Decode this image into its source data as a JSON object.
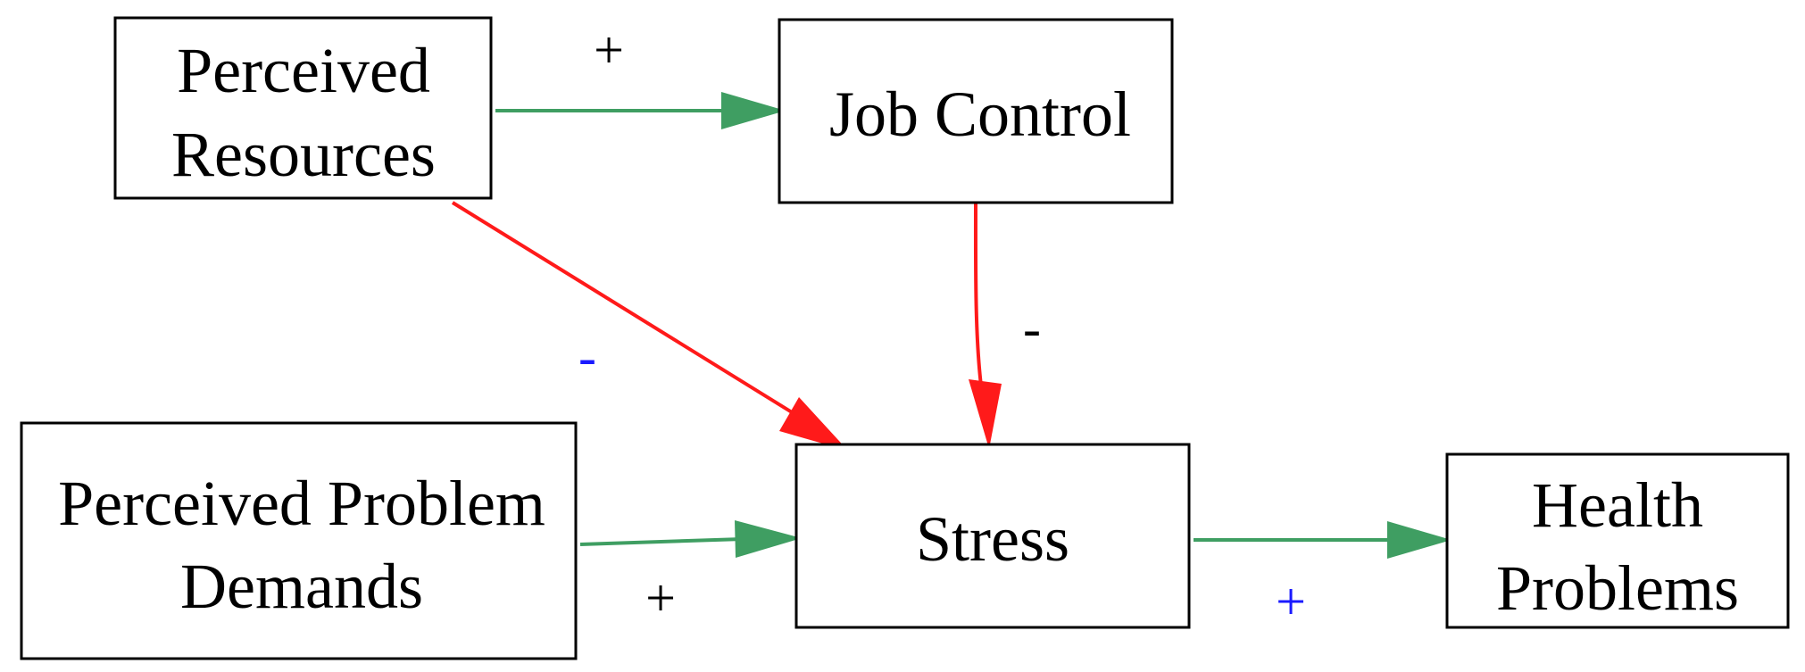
{
  "colors": {
    "positive_edge": "#3f9e62",
    "negative_edge": "#ff1a1a",
    "label_black": "#000000",
    "label_blue": "#1a1aff"
  },
  "nodes": {
    "perceived_resources": {
      "line1": "Perceived",
      "line2": "Resources"
    },
    "job_control": {
      "line1": "Job Control"
    },
    "perceived_problem_demands": {
      "line1": "Perceived Problem",
      "line2": "Demands"
    },
    "stress": {
      "line1": "Stress"
    },
    "health_problems": {
      "line1": "Health",
      "line2": "Problems"
    }
  },
  "edges": [
    {
      "from": "Perceived Resources",
      "to": "Job Control",
      "polarity": "+",
      "label_color": "black"
    },
    {
      "from": "Perceived Resources",
      "to": "Stress",
      "polarity": "-",
      "label_color": "blue"
    },
    {
      "from": "Job Control",
      "to": "Stress",
      "polarity": "-",
      "label_color": "black"
    },
    {
      "from": "Perceived Problem Demands",
      "to": "Stress",
      "polarity": "+",
      "label_color": "black"
    },
    {
      "from": "Stress",
      "to": "Health Problems",
      "polarity": "+",
      "label_color": "blue"
    }
  ]
}
